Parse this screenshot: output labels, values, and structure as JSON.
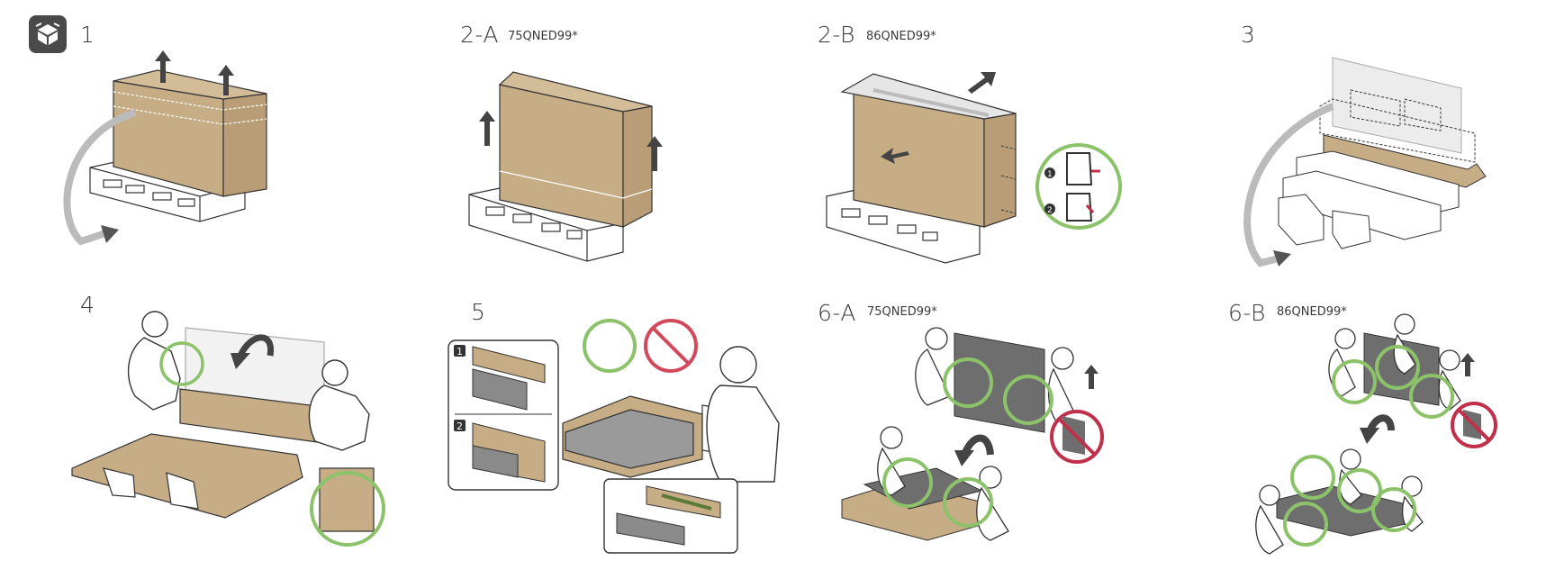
{
  "steps": [
    {
      "number": "1",
      "model": ""
    },
    {
      "number": "2-A",
      "model": "75QNED99*"
    },
    {
      "number": "2-B",
      "model": "86QNED99*"
    },
    {
      "number": "3",
      "model": ""
    },
    {
      "number": "4",
      "model": ""
    },
    {
      "number": "5",
      "model": ""
    },
    {
      "number": "6-A",
      "model": "75QNED99*"
    },
    {
      "number": "6-B",
      "model": "86QNED99*"
    }
  ],
  "inset_markers": [
    "1",
    "2"
  ],
  "colors": {
    "cardboard": "#c6ad86",
    "cardboard_dark": "#a8916c",
    "ok_ring": "#8cc36a",
    "no_ring": "#c0304a",
    "arrow": "#555555",
    "line": "#333333",
    "panel": "#6e6e6e"
  },
  "icons": [
    "unboxing-logo-icon",
    "lift-arrow-icon",
    "ok-circle-icon",
    "prohibited-icon",
    "person-figure-icon"
  ]
}
